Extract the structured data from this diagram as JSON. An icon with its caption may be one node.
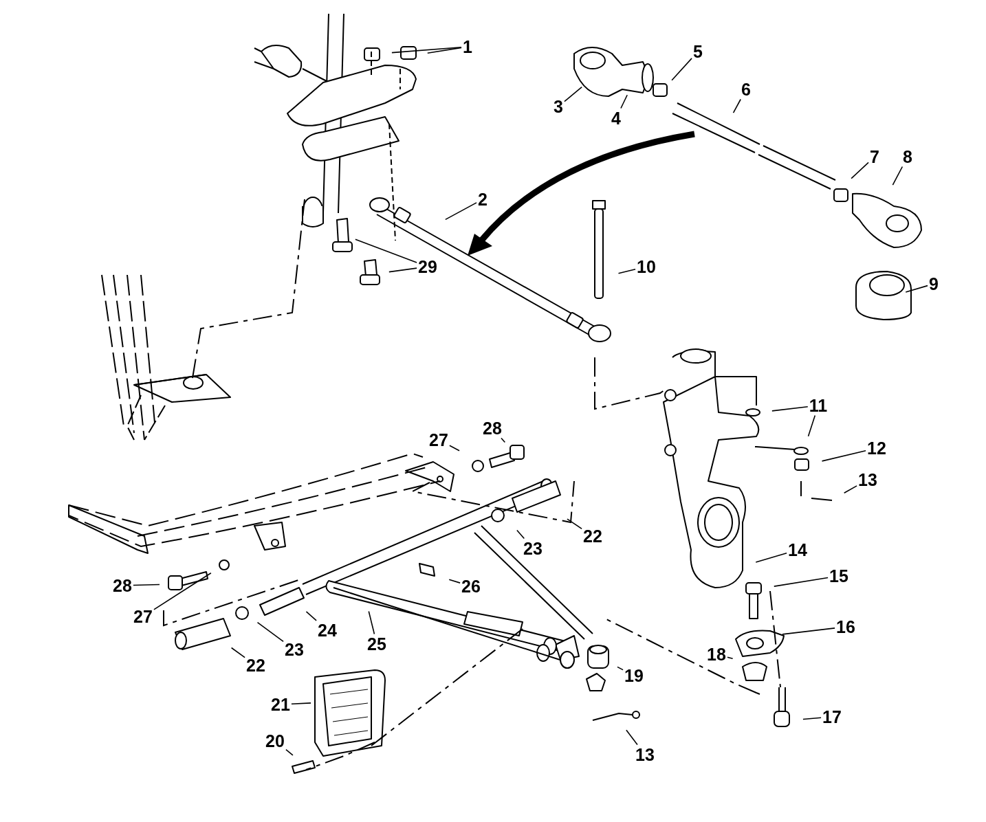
{
  "diagram": {
    "nodes": [
      {
        "text": [
          "1"
        ]
      },
      {
        "text": [
          "5"
        ]
      },
      {
        "text": [
          "6"
        ]
      },
      {
        "text": [
          "3"
        ]
      },
      {
        "text": [
          "4"
        ]
      },
      {
        "text": [
          "7"
        ]
      },
      {
        "text": [
          "8"
        ]
      },
      {
        "text": [
          "2"
        ]
      },
      {
        "text": [
          "29"
        ]
      },
      {
        "text": [
          "10"
        ]
      },
      {
        "text": [
          "9"
        ]
      },
      {
        "text": [
          "11"
        ]
      },
      {
        "text": [
          "28"
        ]
      },
      {
        "text": [
          "27"
        ]
      },
      {
        "text": [
          "12"
        ]
      },
      {
        "text": [
          "13"
        ]
      },
      {
        "text": [
          "22"
        ]
      },
      {
        "text": [
          "23"
        ]
      },
      {
        "text": [
          "14"
        ]
      },
      {
        "text": [
          "15"
        ]
      },
      {
        "text": [
          "28"
        ]
      },
      {
        "text": [
          "26"
        ]
      },
      {
        "text": [
          "27"
        ]
      },
      {
        "text": [
          "16"
        ]
      },
      {
        "text": [
          "24"
        ]
      },
      {
        "text": [
          "25"
        ]
      },
      {
        "text": [
          "23"
        ]
      },
      {
        "text": [
          "22"
        ]
      },
      {
        "text": [
          "18"
        ]
      },
      {
        "text": [
          "19"
        ]
      },
      {
        "text": [
          "21"
        ]
      },
      {
        "text": [
          "17"
        ]
      },
      {
        "text": [
          "20"
        ]
      },
      {
        "text": [
          "13"
        ]
      }
    ],
    "edges": [
      {
        "from": 0,
        "to": null,
        "arrow": "none"
      },
      {
        "from": 0,
        "to": null,
        "arrow": "none"
      },
      {
        "from": 1,
        "to": null,
        "arrow": "none"
      },
      {
        "from": 2,
        "to": null,
        "arrow": "none"
      },
      {
        "from": 3,
        "to": null,
        "arrow": "none"
      },
      {
        "from": 4,
        "to": null,
        "arrow": "none"
      },
      {
        "from": 5,
        "to": null,
        "arrow": "none"
      },
      {
        "from": 6,
        "to": null,
        "arrow": "none"
      },
      {
        "from": 7,
        "to": null,
        "arrow": "none"
      },
      {
        "from": 8,
        "to": null,
        "arrow": "none"
      },
      {
        "from": 8,
        "to": null,
        "arrow": "none"
      },
      {
        "from": 9,
        "to": null,
        "arrow": "none"
      },
      {
        "from": 10,
        "to": null,
        "arrow": "none"
      },
      {
        "from": 11,
        "to": null,
        "arrow": "none"
      },
      {
        "from": 11,
        "to": null,
        "arrow": "none"
      },
      {
        "from": 12,
        "to": null,
        "arrow": "none"
      },
      {
        "from": 13,
        "to": null,
        "arrow": "none"
      },
      {
        "from": 14,
        "to": null,
        "arrow": "none"
      },
      {
        "from": 15,
        "to": null,
        "arrow": "none"
      },
      {
        "from": 16,
        "to": null,
        "arrow": "none"
      },
      {
        "from": 17,
        "to": null,
        "arrow": "none"
      },
      {
        "from": 18,
        "to": null,
        "arrow": "none"
      },
      {
        "from": 19,
        "to": null,
        "arrow": "none"
      },
      {
        "from": 20,
        "to": null,
        "arrow": "none"
      },
      {
        "from": 21,
        "to": null,
        "arrow": "none"
      },
      {
        "from": 22,
        "to": null,
        "arrow": "none"
      },
      {
        "from": 23,
        "to": null,
        "arrow": "none"
      },
      {
        "from": 24,
        "to": null,
        "arrow": "none"
      },
      {
        "from": 25,
        "to": null,
        "arrow": "none"
      },
      {
        "from": 26,
        "to": null,
        "arrow": "none"
      },
      {
        "from": 27,
        "to": null,
        "arrow": "none"
      },
      {
        "from": 28,
        "to": null,
        "arrow": "none"
      },
      {
        "from": 29,
        "to": null,
        "arrow": "none"
      },
      {
        "from": 30,
        "to": null,
        "arrow": "none"
      },
      {
        "from": 31,
        "to": null,
        "arrow": "none"
      },
      {
        "from": 32,
        "to": null,
        "arrow": "none"
      },
      {
        "from": 33,
        "to": null,
        "arrow": "none"
      }
    ]
  }
}
